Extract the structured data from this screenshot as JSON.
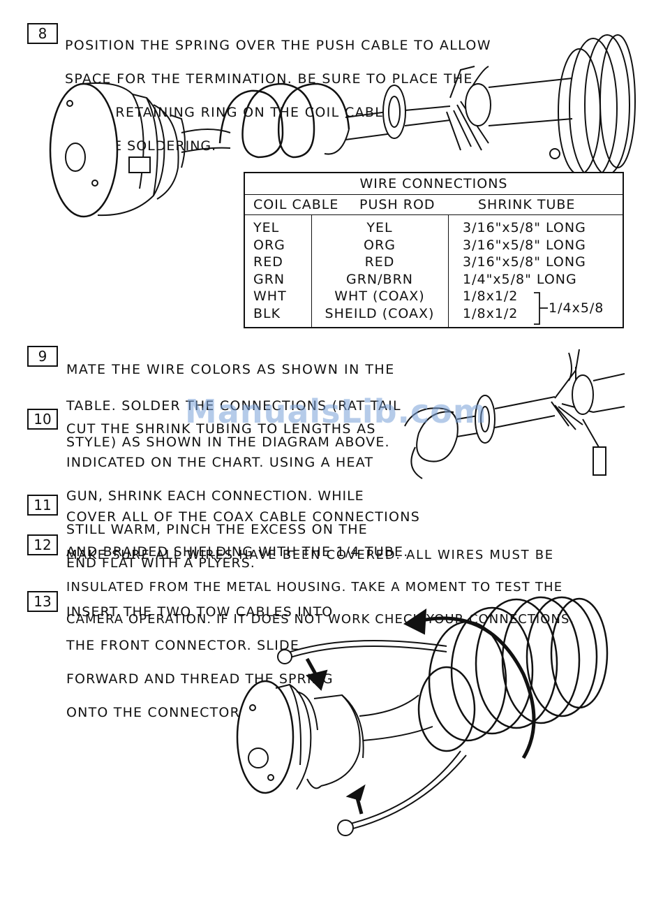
{
  "steps": [
    {
      "number": "8",
      "lines": [
        "POSITION THE SPRING OVER THE PUSH CABLE TO ALLOW",
        "SPACE FOR THE TERMINATION.  BE SURE TO PLACE THE",
        "STEEL RETAINING RING ON THE COIL CABLE",
        "BEFORE SOLDERING."
      ]
    },
    {
      "number": "9",
      "lines": [
        "MATE THE WIRE COLORS AS SHOWN IN THE",
        "TABLE.  SOLDER THE CONNECTIONS (RAT TAIL",
        "STYLE) AS SHOWN IN THE DIAGRAM ABOVE."
      ]
    },
    {
      "number": "10",
      "lines": [
        "CUT THE SHRINK TUBING TO LENGTHS AS",
        "INDICATED ON THE CHART.  USING A HEAT",
        "GUN, SHRINK EACH CONNECTION. WHILE",
        "STILL WARM, PINCH THE EXCESS ON THE",
        "END FLAT WITH A PLYERS."
      ]
    },
    {
      "number": "11",
      "lines": [
        "COVER ALL OF THE COAX CABLE CONNECTIONS",
        "AND BRAIDED SHIELDING WITH THE 1/4 TUBE."
      ]
    },
    {
      "number": "12",
      "lines": [
        "MAKE SURE ALL WIRES HAVE BEEN COVERED.  ALL WIRES MUST BE",
        "INSULATED FROM THE METAL HOUSING. TAKE A MOMENT TO TEST THE",
        "CAMERA OPERATION.  IF IT DOES NOT WORK CHECK YOUR CONNECTIONS."
      ]
    },
    {
      "number": "13",
      "lines": [
        "INSERT THE TWO TOW CABLES INTO",
        "THE FRONT  CONNECTOR.  SLIDE",
        "FORWARD AND THREAD THE SPRING",
        "ONTO THE CONNECTOR."
      ]
    }
  ],
  "wire_table": {
    "title": "WIRE CONNECTIONS",
    "headers": [
      "COIL CABLE",
      "PUSH ROD",
      "SHRINK TUBE"
    ],
    "coil_cable": [
      "YEL",
      "ORG",
      "RED",
      "GRN",
      "WHT",
      "BLK"
    ],
    "push_rod": [
      "YEL",
      "ORG",
      "RED",
      "GRN/BRN",
      "WHT (COAX)",
      "SHEILD (COAX)"
    ],
    "shrink_tube": [
      "3/16\"x5/8\" LONG",
      "3/16\"x5/8\" LONG",
      "3/16\"x5/8\" LONG",
      "1/4\"x5/8\" LONG",
      "1/8x1/2",
      "1/8x1/2"
    ],
    "coax_cover": "1/4x5/8"
  },
  "watermark": "ManualsLib.com"
}
